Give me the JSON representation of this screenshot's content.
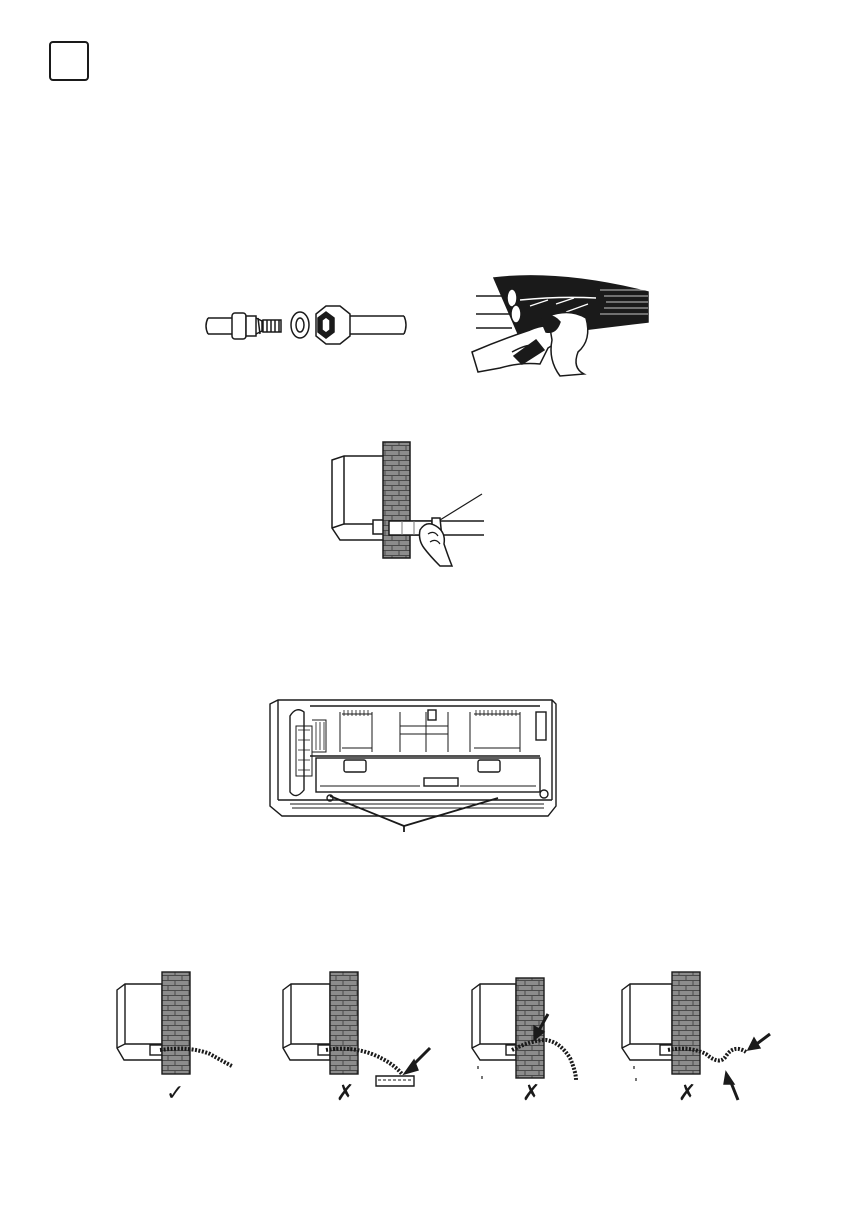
{
  "page": {
    "colors": {
      "ink": "#1a1a1a",
      "brick_fill": "#8c8c8c",
      "brick_line": "#4a4a4a",
      "paper": "#ffffff"
    }
  },
  "figures": [
    {
      "id": "flare-nut-connection",
      "icon": "pipe-and-flare-nut"
    },
    {
      "id": "pipe-bundle-wrapping",
      "icon": "hands-wrapping-pipes"
    },
    {
      "id": "pipe-through-wall",
      "icon": "unit-wall-pipe-hand"
    },
    {
      "id": "indoor-unit-inside",
      "icon": "indoor-unit-cutaway"
    },
    {
      "id": "drain-hose-examples",
      "panels": [
        {
          "id": "correct",
          "mark": "✓"
        },
        {
          "id": "wrong-submerged",
          "mark": "✗"
        },
        {
          "id": "wrong-raised",
          "mark": "✗"
        },
        {
          "id": "wrong-kinked",
          "mark": "✗"
        }
      ]
    }
  ]
}
